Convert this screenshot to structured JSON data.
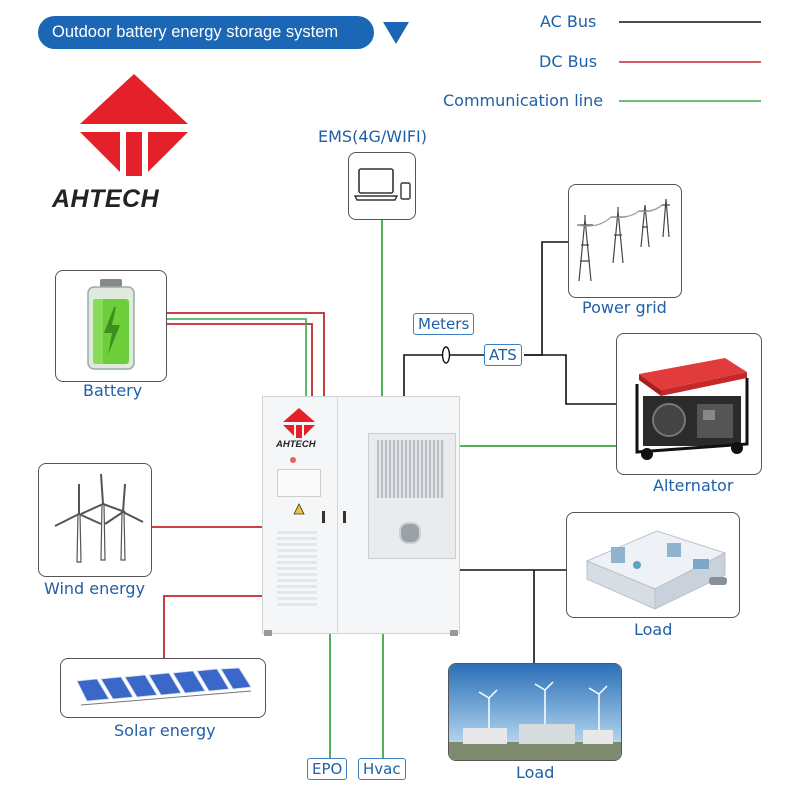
{
  "header": {
    "title": "Outdoor battery energy storage system"
  },
  "legend": {
    "items": [
      {
        "label": "AC Bus",
        "color": "#111111"
      },
      {
        "label": "DC Bus",
        "color": "#c0282d"
      },
      {
        "label": "Communication line",
        "color": "#3aa845"
      }
    ]
  },
  "brand": {
    "name": "AHTECH",
    "color": "#e4202a"
  },
  "components": {
    "ems": "EMS(4G/WIFI)",
    "battery": "Battery",
    "power_grid": "Power grid",
    "alternator": "Alternator",
    "wind": "Wind energy",
    "solar": "Solar energy",
    "load_home": "Load",
    "load_industrial": "Load",
    "meters": "Meters",
    "ats": "ATS",
    "epo": "EPO",
    "hvac": "Hvac"
  },
  "cabinet": {
    "brand": "AHTECH"
  }
}
